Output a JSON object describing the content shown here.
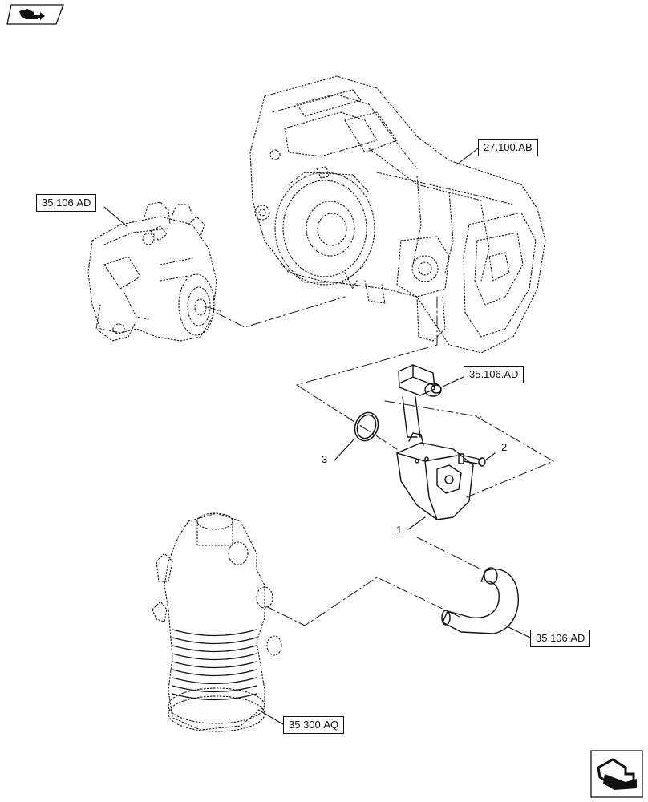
{
  "references": [
    {
      "id": "ref-pump",
      "label": "35.106.AD"
    },
    {
      "id": "ref-transmission",
      "label": "27.100.AB"
    },
    {
      "id": "ref-valve",
      "label": "35.106.AD"
    },
    {
      "id": "ref-hose",
      "label": "35.106.AD"
    },
    {
      "id": "ref-filter",
      "label": "35.300.AQ"
    }
  ],
  "items": [
    {
      "id": "item-1",
      "label": "1"
    },
    {
      "id": "item-2",
      "label": "2"
    },
    {
      "id": "item-3",
      "label": "3"
    }
  ],
  "icons": {
    "top_left": "back-to-index-icon",
    "bottom_right": "next-page-icon"
  },
  "colors": {
    "line": "#111111",
    "background": "#ffffff"
  }
}
